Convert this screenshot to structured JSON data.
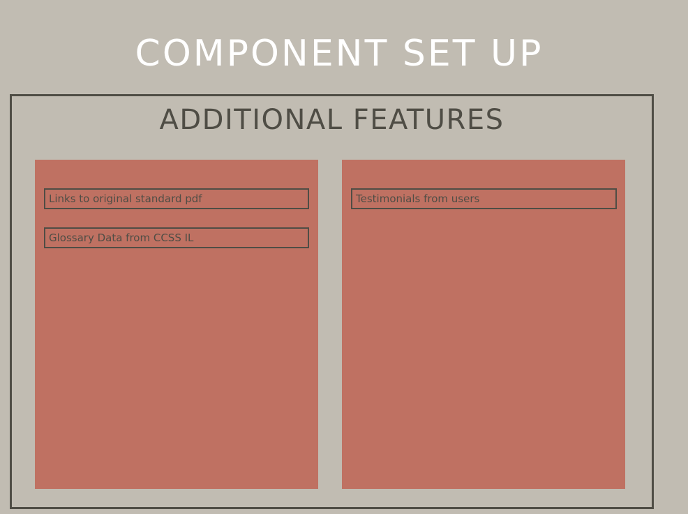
{
  "title": "COMPONENT SET UP",
  "section": {
    "title": "ADDITIONAL FEATURES"
  },
  "panels": [
    {
      "items": [
        "Links to original standard pdf",
        "Glossary Data from CCSS IL"
      ]
    },
    {
      "items": [
        "Testimonials from users"
      ]
    }
  ],
  "colors": {
    "background": "#c1bcb2",
    "panel": "#bf7162",
    "border_text": "#4f4d45",
    "title_text": "#ffffff"
  }
}
